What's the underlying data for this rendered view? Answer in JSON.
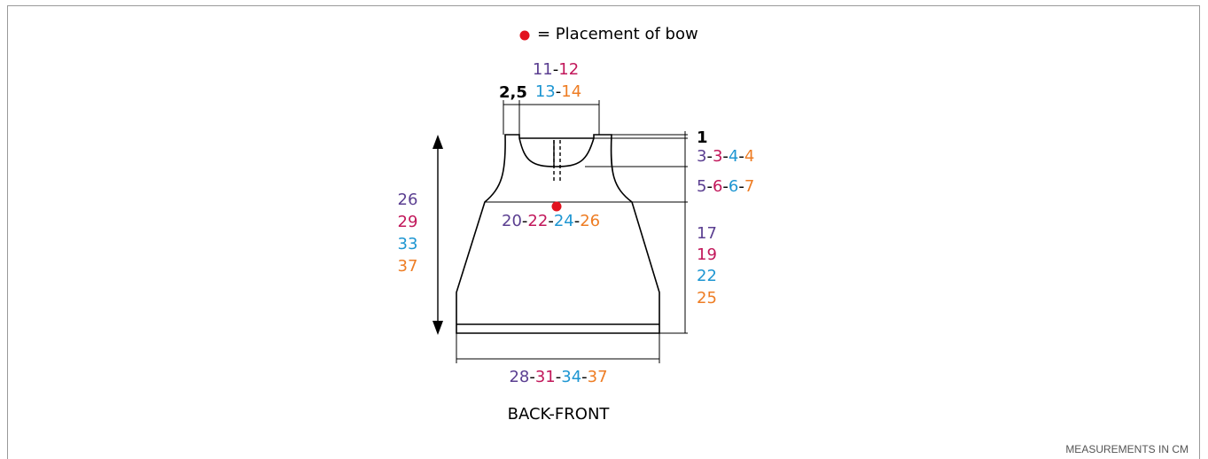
{
  "colors": {
    "size1": "#5b3f91",
    "size2": "#c2185b",
    "size3": "#1e96d2",
    "size4": "#ee7d24",
    "black": "#000000",
    "bow": "#e2131f"
  },
  "legend": {
    "text": "= Placement of bow"
  },
  "labels": {
    "shoulder": "2,5",
    "hyphen": "-",
    "top_bold": "1",
    "neck_width_a": [
      "11",
      "12"
    ],
    "neck_width_b": [
      "13",
      "14"
    ],
    "neck_depth": [
      "3",
      "3",
      "4",
      "4"
    ],
    "armhole": [
      "5",
      "6",
      "6",
      "7"
    ],
    "chest": [
      "20",
      "22",
      "24",
      "26"
    ],
    "total_length": [
      "26",
      "29",
      "33",
      "37"
    ],
    "body_length": [
      "17",
      "19",
      "22",
      "25"
    ],
    "bottom_width": [
      "28",
      "31",
      "34",
      "37"
    ]
  },
  "title": "BACK-FRONT",
  "footer": "MEASUREMENTS IN CM"
}
